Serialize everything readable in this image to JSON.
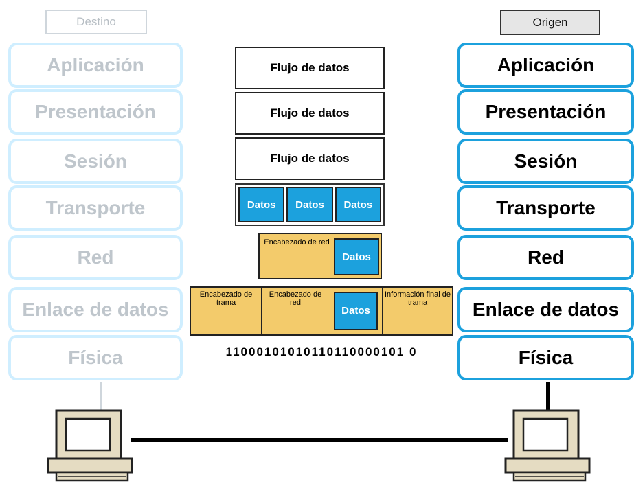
{
  "headers": {
    "destination": "Destino",
    "origin": "Origen"
  },
  "destination_layers": [
    "Aplicación",
    "Presentación",
    "Sesión",
    "Transporte",
    "Red",
    "Enlace de datos",
    "Física"
  ],
  "origin_layers": [
    "Aplicación",
    "Presentación",
    "Sesión",
    "Transporte",
    "Red",
    "Enlace de datos",
    "Física"
  ],
  "data_flow": [
    "Flujo de datos",
    "Flujo de datos",
    "Flujo de datos"
  ],
  "segments": [
    "Datos",
    "Datos",
    "Datos"
  ],
  "packet": {
    "header": "Encabezado de red",
    "data": "Datos"
  },
  "frame": {
    "header": "Encabezado de trama",
    "network_header": "Encabezado de red",
    "data": "Datos",
    "trailer": "Información final de trama"
  },
  "bits": "11000101010110110000101 0",
  "colors": {
    "blue": "#1ca1dd",
    "yellow": "#f3cb6b",
    "faded": "#cfeeff"
  },
  "icons": {
    "destination_computer": "computer-icon",
    "origin_computer": "computer-icon"
  }
}
